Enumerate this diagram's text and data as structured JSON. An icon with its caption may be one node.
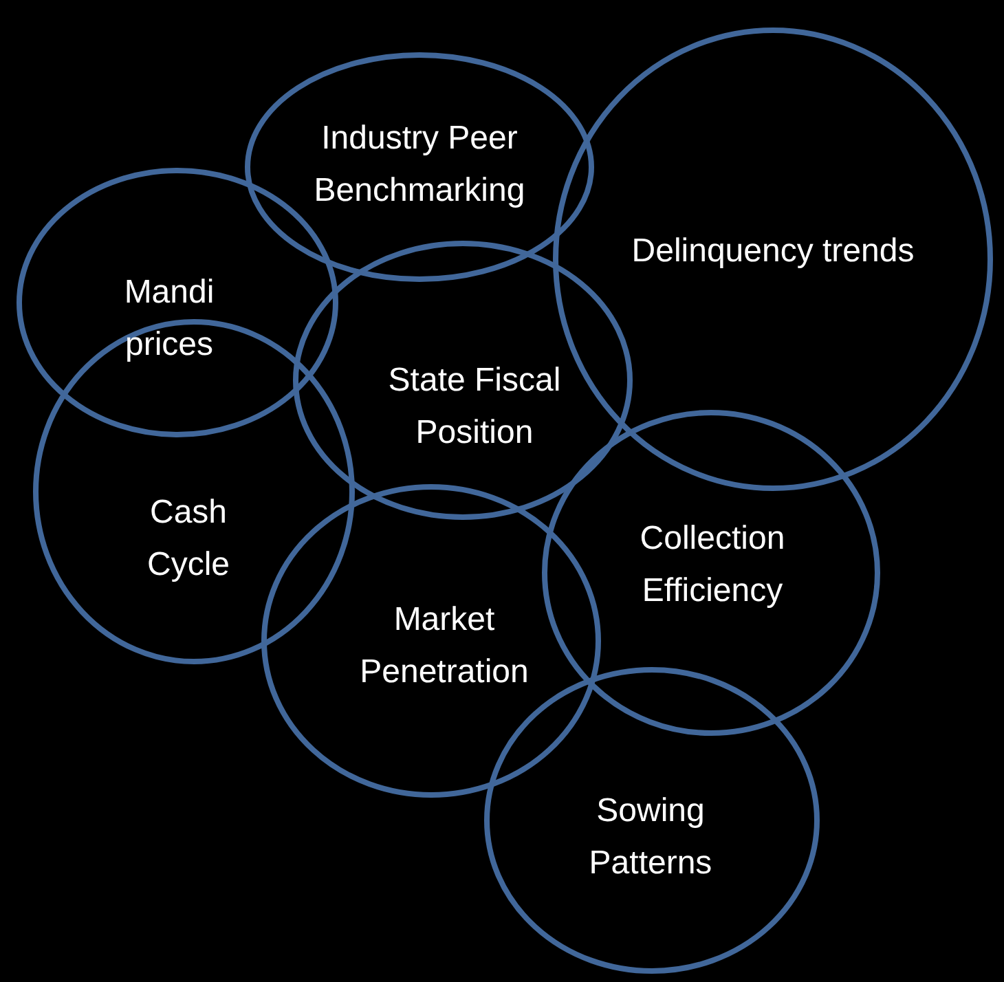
{
  "diagram": {
    "nodes": [
      {
        "text": [
          "Industry Peer Benchmarking"
        ]
      },
      {
        "text": [
          "Delinquency trends"
        ]
      },
      {
        "text": [
          "Mandi prices"
        ]
      },
      {
        "text": [
          "State Fiscal Position"
        ]
      },
      {
        "text": [
          "Cash Cycle"
        ]
      },
      {
        "text": [
          "Collection Efficiency"
        ]
      },
      {
        "text": [
          "Market Penetration"
        ]
      },
      {
        "text": [
          "Sowing Patterns"
        ]
      }
    ],
    "edges": []
  }
}
